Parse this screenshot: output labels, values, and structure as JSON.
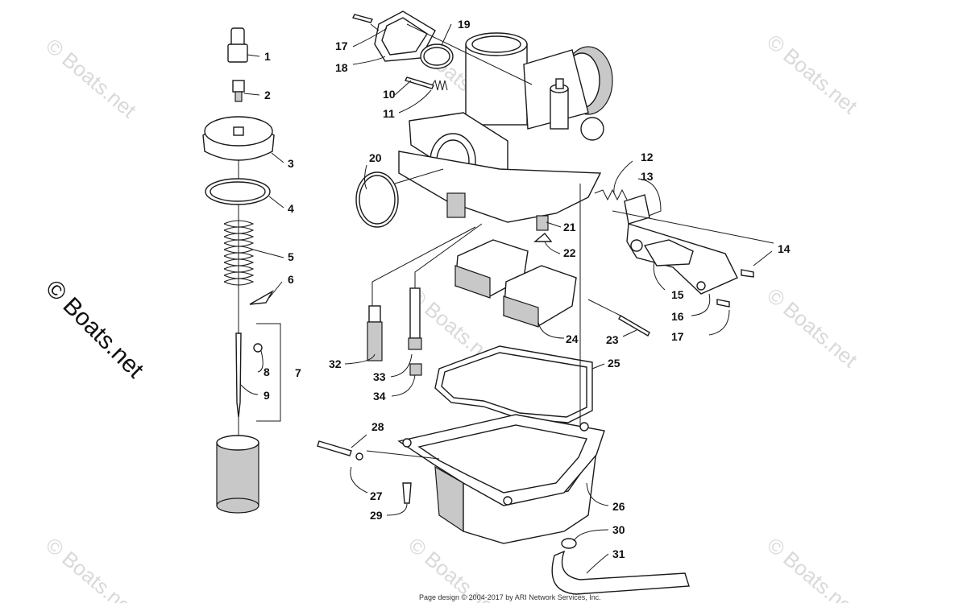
{
  "watermark": "© Boats.net",
  "side_watermark": "© Boats.net",
  "footer": "Page design © 2004-2017 by ARI Network Services, Inc.",
  "callouts": [
    "1",
    "2",
    "3",
    "4",
    "5",
    "6",
    "7",
    "8",
    "9",
    "10",
    "11",
    "12",
    "13",
    "14",
    "15",
    "16",
    "17",
    "17",
    "18",
    "19",
    "20",
    "21",
    "22",
    "23",
    "24",
    "25",
    "26",
    "27",
    "28",
    "29",
    "30",
    "31",
    "32",
    "33",
    "34"
  ]
}
